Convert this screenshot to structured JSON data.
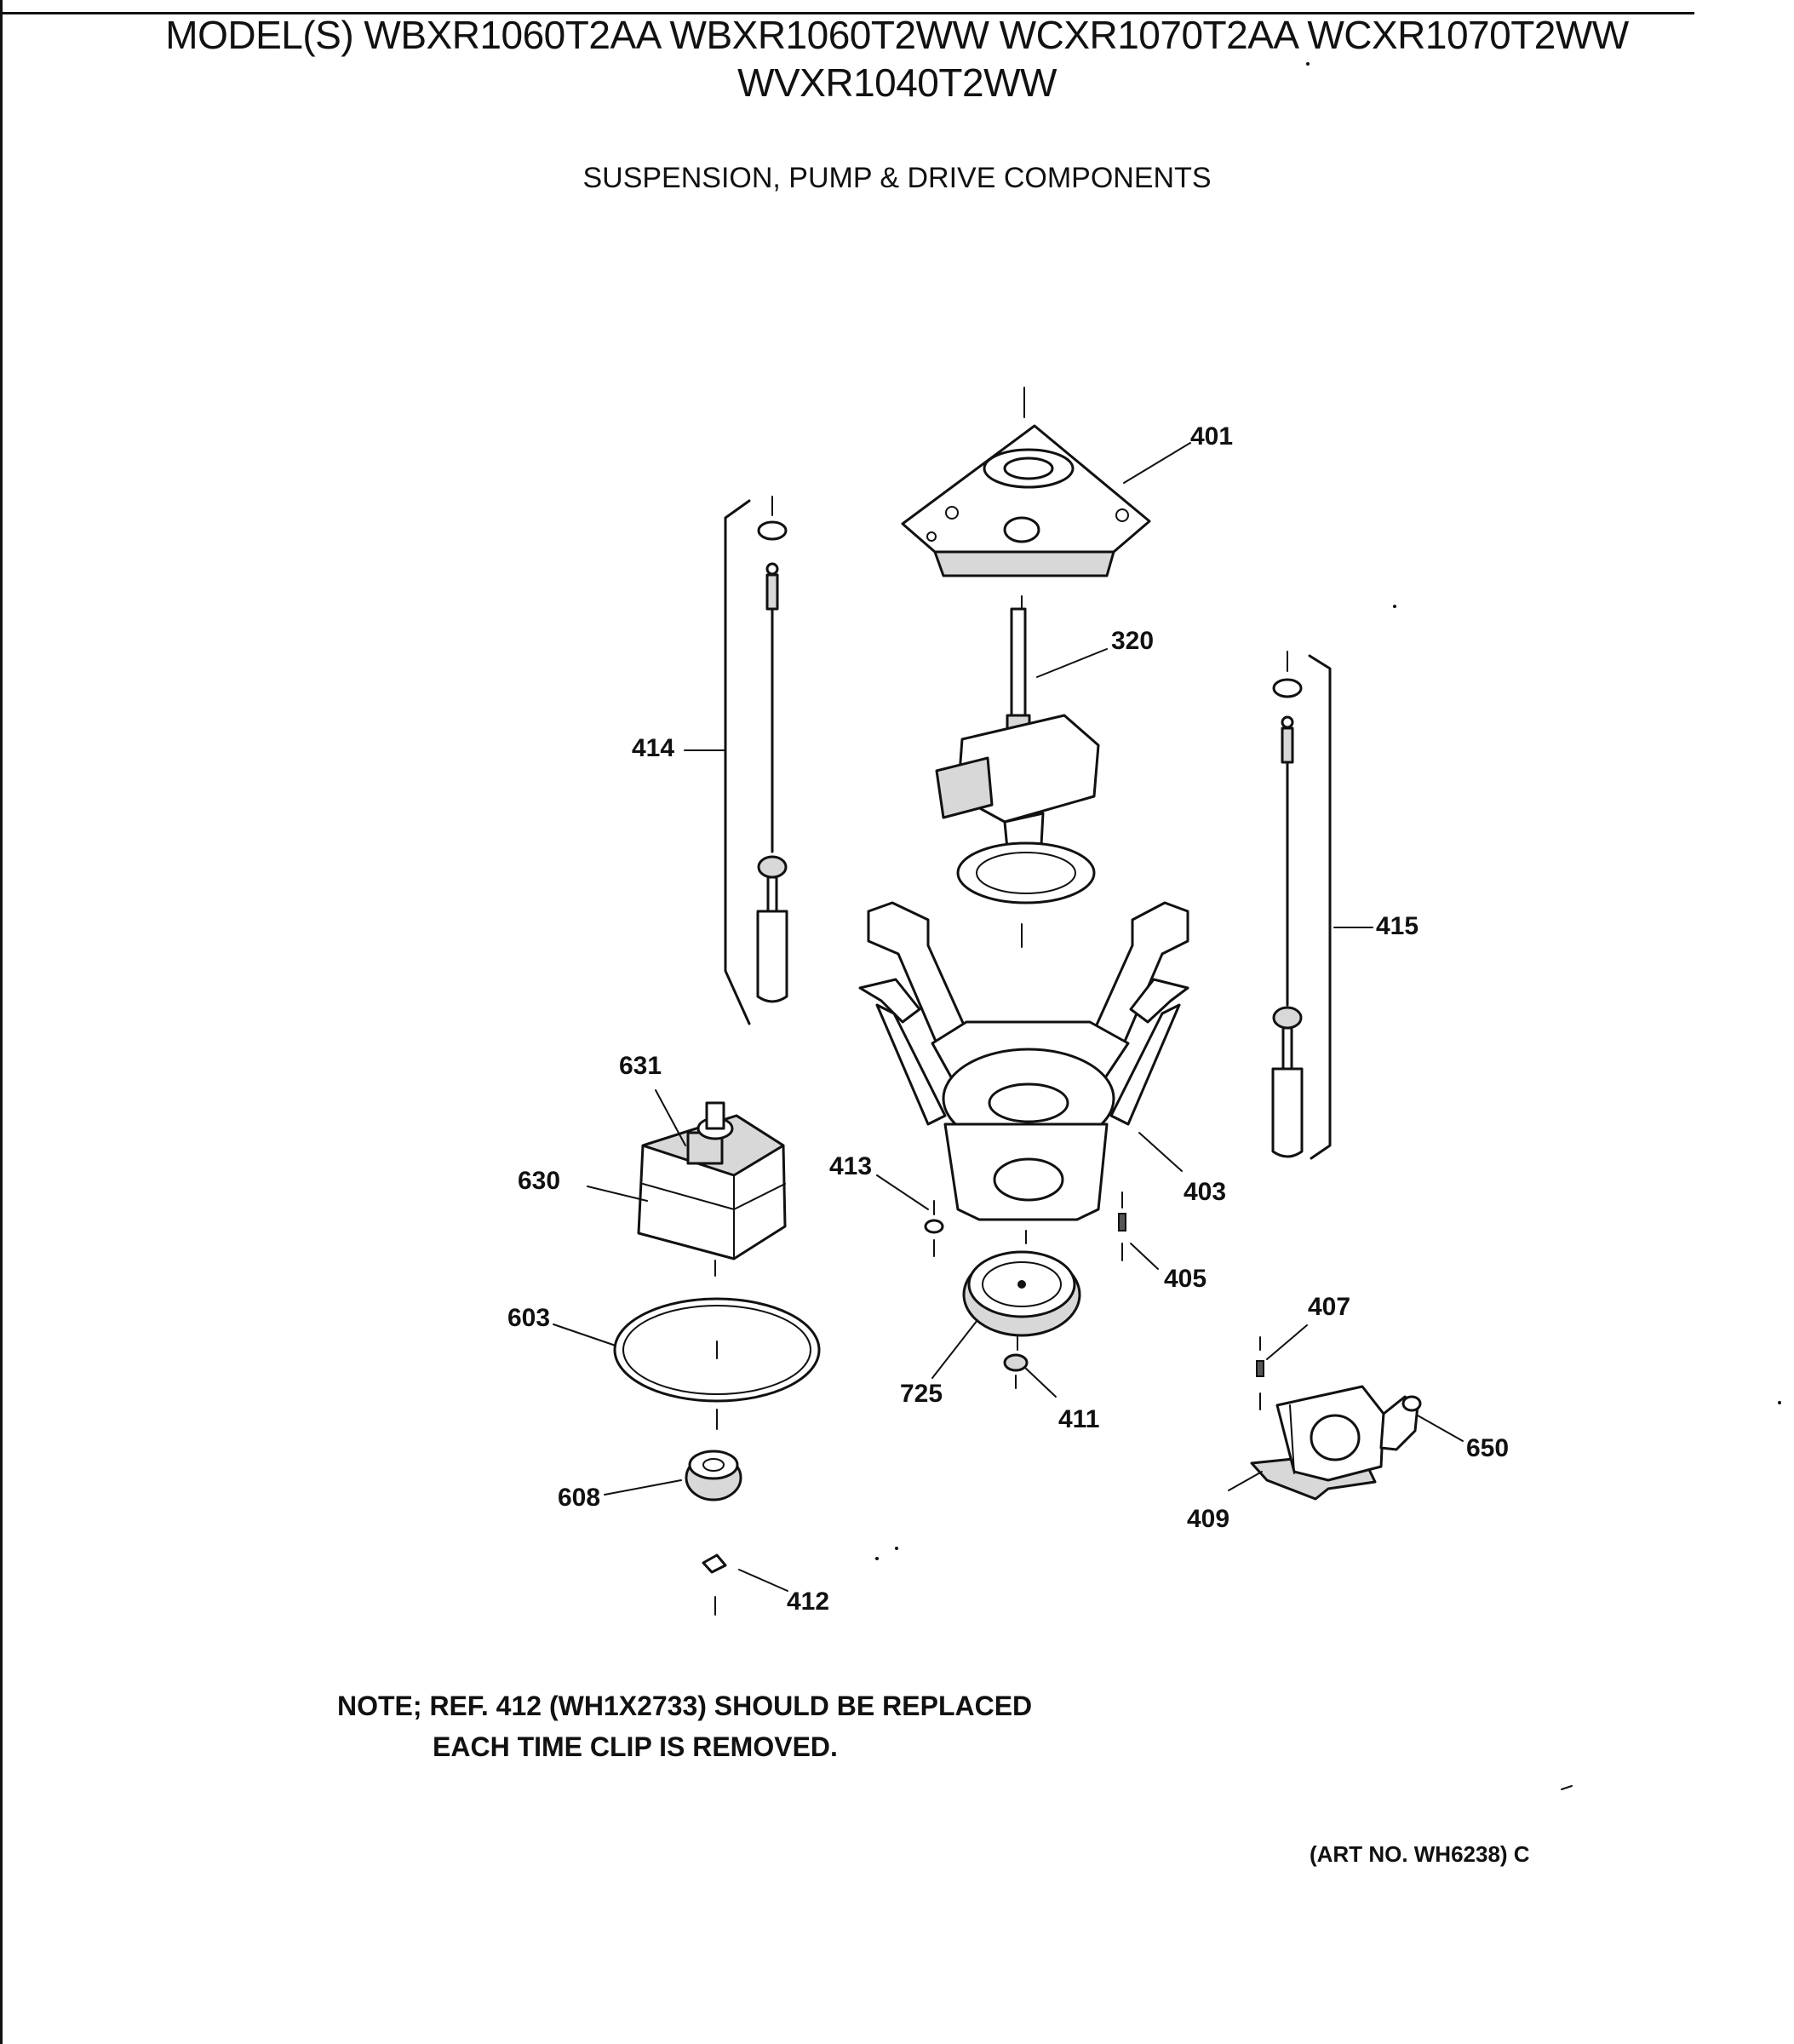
{
  "header": {
    "models_line1": "MODEL(S) WBXR1060T2AA  WBXR1060T2WW  WCXR1070T2AA  WCXR1070T2WW",
    "models_line2": "WVXR1040T2WW"
  },
  "diagram": {
    "section_title": "SUSPENSION, PUMP & DRIVE COMPONENTS",
    "parts": [
      {
        "ref": "401",
        "part": "mounting-plate"
      },
      {
        "ref": "320",
        "part": "transmission"
      },
      {
        "ref": "414",
        "part": "suspension-rod-left"
      },
      {
        "ref": "415",
        "part": "suspension-rod-right"
      },
      {
        "ref": "403",
        "part": "suspension-platform"
      },
      {
        "ref": "631",
        "part": "motor-wiring"
      },
      {
        "ref": "630",
        "part": "drive-motor"
      },
      {
        "ref": "413",
        "part": "washer"
      },
      {
        "ref": "405",
        "part": "screw"
      },
      {
        "ref": "407",
        "part": "screw"
      },
      {
        "ref": "603",
        "part": "drive-belt"
      },
      {
        "ref": "725",
        "part": "pulley"
      },
      {
        "ref": "411",
        "part": "nut"
      },
      {
        "ref": "650",
        "part": "pump"
      },
      {
        "ref": "608",
        "part": "motor-pulley"
      },
      {
        "ref": "409",
        "part": "pump-bracket"
      },
      {
        "ref": "412",
        "part": "clip"
      }
    ],
    "note_line1": "NOTE; REF. 412 (WH1X2733) SHOULD BE REPLACED",
    "note_line2": "EACH TIME CLIP IS REMOVED.",
    "art_number": "(ART NO. WH6238) C"
  }
}
